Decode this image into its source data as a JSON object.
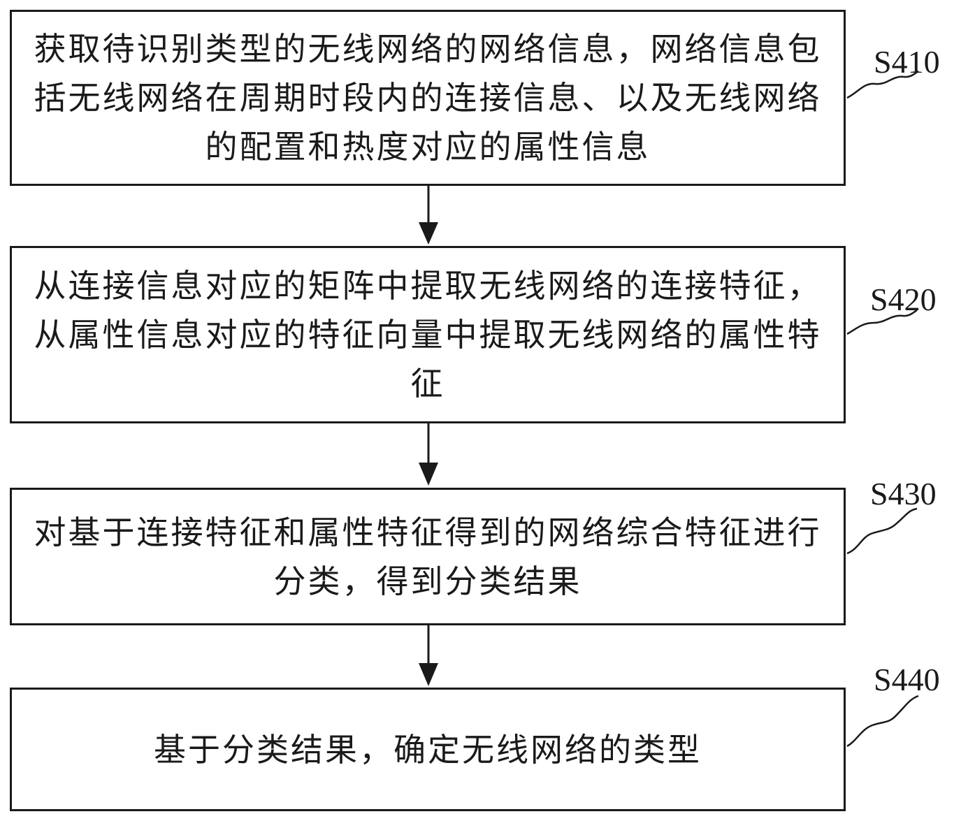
{
  "steps": [
    {
      "id": "S410",
      "text": "获取待识别类型的无线网络的网络信息，网络信息包括无线网络在周期时段内的连接信息、以及无线网络的配置和热度对应的属性信息"
    },
    {
      "id": "S420",
      "text": "从连接信息对应的矩阵中提取无线网络的连接特征，从属性信息对应的特征向量中提取无线网络的属性特征"
    },
    {
      "id": "S430",
      "text": "对基于连接特征和属性特征得到的网络综合特征进行分类，得到分类结果"
    },
    {
      "id": "S440",
      "text": "基于分类结果，确定无线网络的类型"
    }
  ],
  "colors": {
    "stroke": "#1a1a1a",
    "background": "#ffffff"
  }
}
